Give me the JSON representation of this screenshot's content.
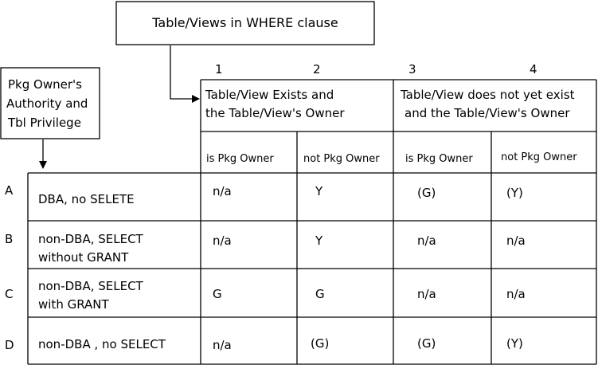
{
  "where_box": {
    "label": "Table/Views in WHERE clause"
  },
  "owner_box": {
    "lines": [
      "Pkg Owner's",
      "Authority and",
      "Tbl Privilege"
    ]
  },
  "column_numbers": [
    "1",
    "2",
    "3",
    "4"
  ],
  "group_headers": [
    {
      "lines": [
        "Table/View Exists and",
        "the Table/View's Owner"
      ]
    },
    {
      "lines": [
        "Table/View does not yet exist",
        "and the Table/View's Owner"
      ]
    }
  ],
  "sub_headers": [
    "is Pkg Owner",
    "not Pkg Owner",
    "is Pkg Owner",
    "not Pkg Owner"
  ],
  "rows": [
    {
      "letter": "A",
      "label": [
        "DBA, no SELETE"
      ],
      "values": [
        "n/a",
        "Y",
        "(G)",
        "(Y)"
      ]
    },
    {
      "letter": "B",
      "label": [
        "non-DBA, SELECT",
        "without GRANT"
      ],
      "values": [
        "n/a",
        "Y",
        "n/a",
        "n/a"
      ]
    },
    {
      "letter": "C",
      "label": [
        "non-DBA, SELECT",
        "with GRANT"
      ],
      "values": [
        "G",
        "G",
        "n/a",
        "n/a"
      ]
    },
    {
      "letter": "D",
      "label": [
        "non-DBA , no SELECT"
      ],
      "values": [
        "n/a",
        "(G)",
        "(G)",
        "(Y)"
      ]
    }
  ]
}
